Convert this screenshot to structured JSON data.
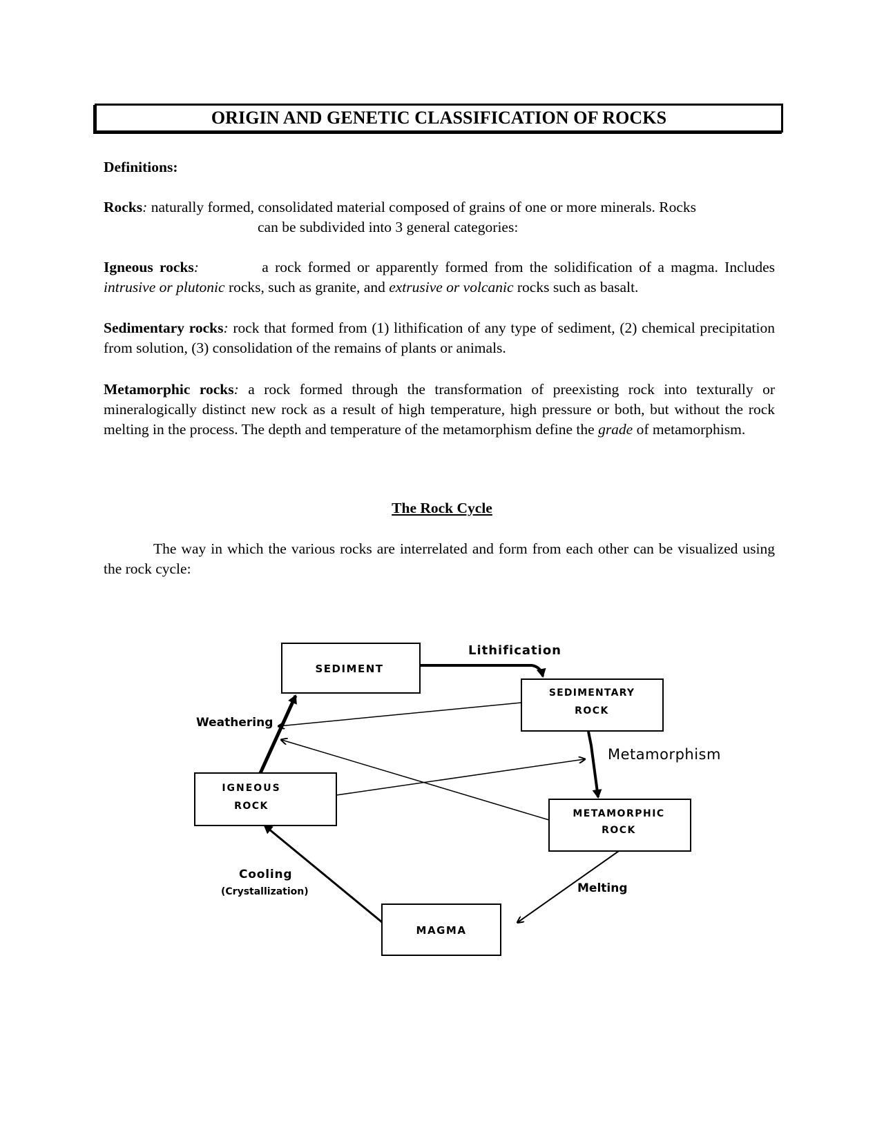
{
  "document": {
    "title": "ORIGIN AND GENETIC CLASSIFICATION OF ROCKS",
    "definitions_heading": "Definitions:",
    "rocks": {
      "term": "Rocks",
      "colon": ":",
      "line1": " naturally formed, consolidated material composed of grains of one or more minerals. Rocks",
      "line2": "can be subdivided into 3 general categories:"
    },
    "igneous": {
      "term": "Igneous rocks",
      "colon": ":",
      "text_a": " a rock formed or apparently formed from the solidification of a magma. Includes ",
      "ital_a": "intrusive or plutonic",
      "text_b": " rocks, such as granite, and ",
      "ital_b": "extrusive or volcanic",
      "text_c": " rocks such as basalt."
    },
    "sedimentary": {
      "term": "Sedimentary rocks",
      "colon": ":",
      "text": " rock that formed from (1) lithification of any type of sediment, (2) chemical precipitation from solution, (3) consolidation of the remains of plants or animals."
    },
    "metamorphic": {
      "term": "Metamorphic rocks",
      "colon": ":",
      "text_a": " a rock formed through the transformation of preexisting rock into texturally or mineralogically distinct new rock as a result of high temperature, high pressure or both, but without the rock melting in the process.  The depth and temperature of the metamorphism define the ",
      "ital": "grade",
      "text_b": " of metamorphism."
    },
    "rock_cycle_heading": "The Rock Cycle",
    "rock_cycle_text": "The way in which the various rocks are interrelated and form from each other can be visualized using the rock cycle:"
  },
  "diagram": {
    "boxes": {
      "sediment": "SEDIMENT",
      "sedimentary_rock_1": "SEDIMENTARY",
      "sedimentary_rock_2": "ROCK",
      "igneous_rock_1": "IGNEOUS",
      "igneous_rock_2": "ROCK",
      "metamorphic_rock_1": "METAMORPHIC",
      "metamorphic_rock_2": "ROCK",
      "magma": "MAGMA"
    },
    "labels": {
      "lithification": "Lithification",
      "weathering": "Weathering",
      "metamorphism": "Metamorphism",
      "cooling": "Cooling",
      "crystallization": "(Crystallization)",
      "melting": "Melting"
    }
  }
}
